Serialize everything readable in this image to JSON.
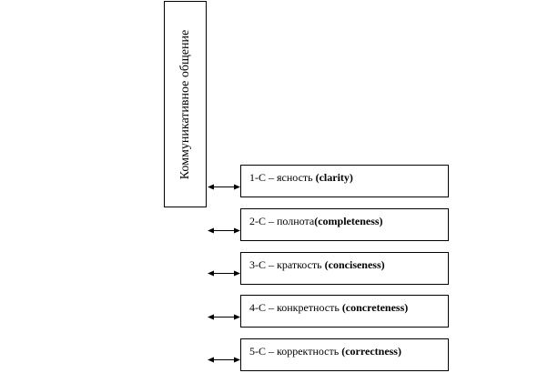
{
  "main": {
    "label": "Коммуникативное общение"
  },
  "items": [
    {
      "prefix": "1-С – ясность ",
      "term": "(clarity)"
    },
    {
      "prefix": "2-С – полнота",
      "term": "(completeness)"
    },
    {
      "prefix": "3-С – краткость ",
      "term": "(conciseness)"
    },
    {
      "prefix": "4-С – конкретность ",
      "term": "(concreteness)"
    },
    {
      "prefix": "5-С – корректность ",
      "term": "(correctness)"
    }
  ]
}
